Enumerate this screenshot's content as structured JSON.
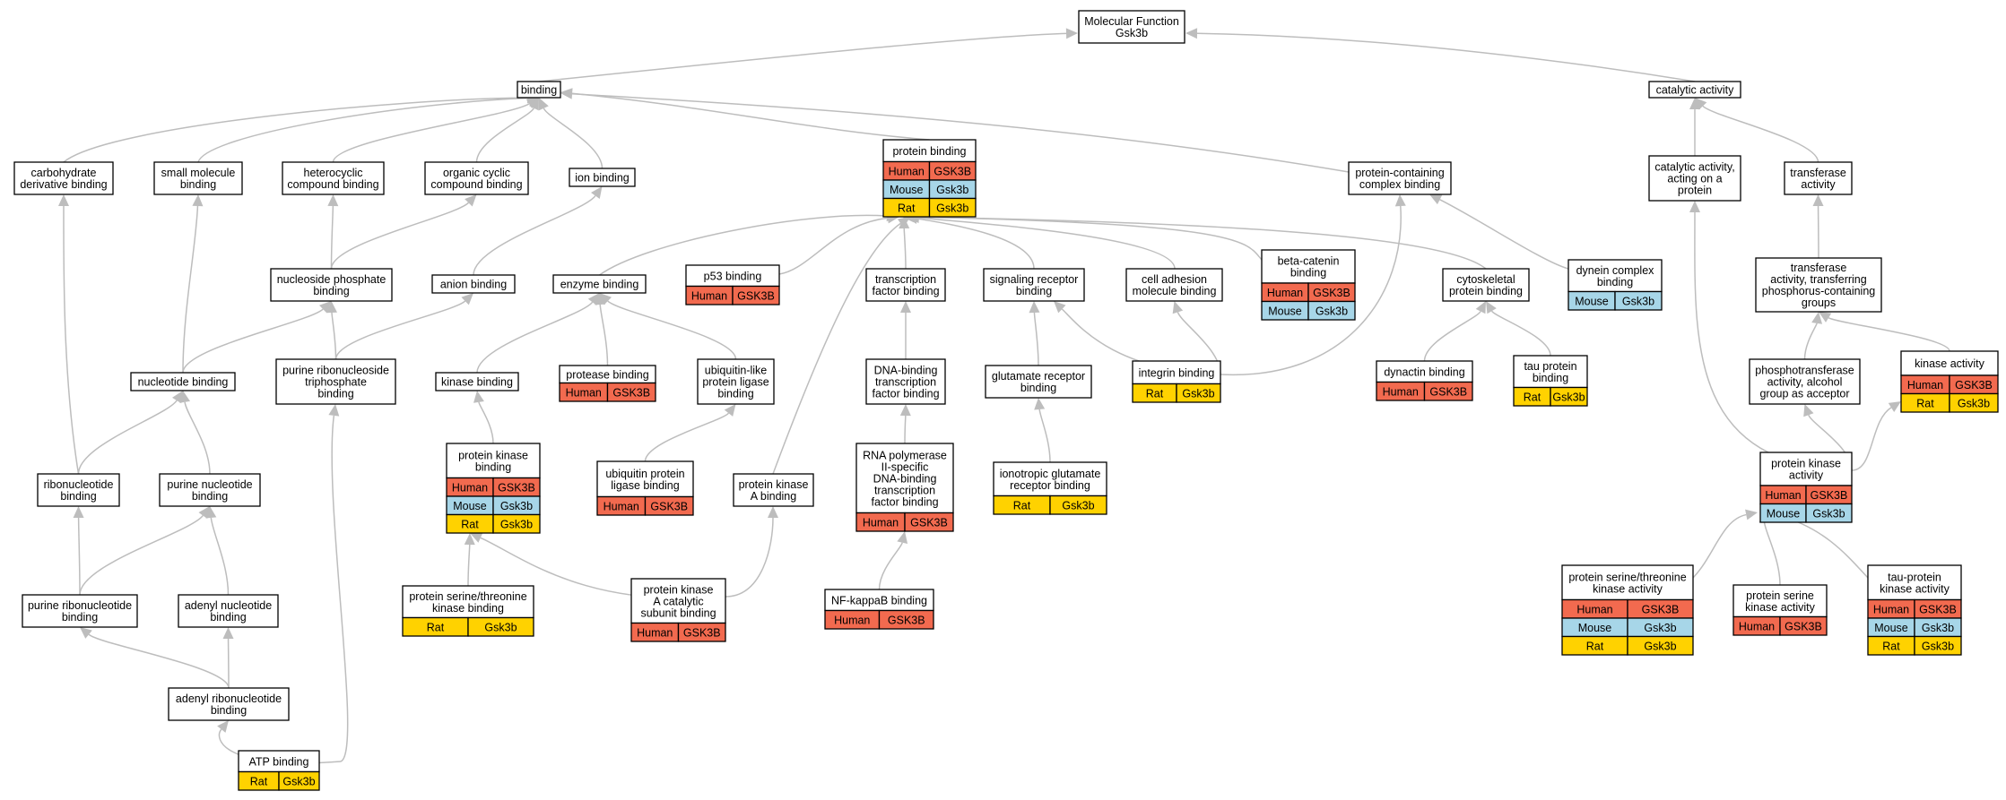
{
  "colors": {
    "Human": "#f26a4f",
    "Mouse": "#a7d6e8",
    "Rat": "#ffd200",
    "edge": "#bdbdbd"
  },
  "nodes": {
    "mf": {
      "lines": [
        "Molecular Function",
        "Gsk3b"
      ]
    },
    "binding": {
      "lines": [
        "binding"
      ]
    },
    "catalytic": {
      "lines": [
        "catalytic activity"
      ]
    },
    "carb": {
      "lines": [
        "carbohydrate",
        "derivative binding"
      ]
    },
    "small": {
      "lines": [
        "small molecule",
        "binding"
      ]
    },
    "hetero": {
      "lines": [
        "heterocyclic",
        "compound binding"
      ]
    },
    "organic": {
      "lines": [
        "organic cyclic",
        "compound binding"
      ]
    },
    "ion": {
      "lines": [
        "ion binding"
      ]
    },
    "protein": {
      "lines": [
        "protein binding"
      ],
      "species": [
        [
          "Human",
          "GSK3B"
        ],
        [
          "Mouse",
          "Gsk3b"
        ],
        [
          "Rat",
          "Gsk3b"
        ]
      ]
    },
    "pcomplex": {
      "lines": [
        "protein-containing",
        "complex binding"
      ]
    },
    "catprot": {
      "lines": [
        "catalytic activity,",
        "acting on a",
        "protein"
      ]
    },
    "transferase": {
      "lines": [
        "transferase",
        "activity"
      ]
    },
    "nucphos": {
      "lines": [
        "nucleoside phosphate",
        "binding"
      ]
    },
    "anion": {
      "lines": [
        "anion binding"
      ]
    },
    "enzyme": {
      "lines": [
        "enzyme binding"
      ]
    },
    "p53": {
      "lines": [
        "p53 binding"
      ],
      "species": [
        [
          "Human",
          "GSK3B"
        ]
      ]
    },
    "tf": {
      "lines": [
        "transcription",
        "factor binding"
      ]
    },
    "sigrec": {
      "lines": [
        "signaling receptor",
        "binding"
      ]
    },
    "celladh": {
      "lines": [
        "cell adhesion",
        "molecule binding"
      ]
    },
    "betacat": {
      "lines": [
        "beta-catenin",
        "binding"
      ],
      "species": [
        [
          "Human",
          "GSK3B"
        ],
        [
          "Mouse",
          "Gsk3b"
        ]
      ]
    },
    "cytoskel": {
      "lines": [
        "cytoskeletal",
        "protein binding"
      ]
    },
    "dynein": {
      "lines": [
        "dynein complex",
        "binding"
      ],
      "species": [
        [
          "Mouse",
          "Gsk3b"
        ]
      ]
    },
    "transphos": {
      "lines": [
        "transferase",
        "activity, transferring",
        "phosphorus-containing",
        "groups"
      ]
    },
    "nucleotide": {
      "lines": [
        "nucleotide binding"
      ]
    },
    "purribotri": {
      "lines": [
        "purine ribonucleoside",
        "triphosphate",
        "binding"
      ]
    },
    "kinase": {
      "lines": [
        "kinase binding"
      ]
    },
    "protease": {
      "lines": [
        "protease binding"
      ],
      "species": [
        [
          "Human",
          "GSK3B"
        ]
      ]
    },
    "ublig": {
      "lines": [
        "ubiquitin-like",
        "protein ligase",
        "binding"
      ]
    },
    "dnatf": {
      "lines": [
        "DNA-binding",
        "transcription",
        "factor binding"
      ]
    },
    "glurec": {
      "lines": [
        "glutamate receptor",
        "binding"
      ]
    },
    "integrin": {
      "lines": [
        "integrin binding"
      ],
      "species": [
        [
          "Rat",
          "Gsk3b"
        ]
      ]
    },
    "dynactin": {
      "lines": [
        "dynactin binding"
      ],
      "species": [
        [
          "Human",
          "GSK3B"
        ]
      ]
    },
    "tau": {
      "lines": [
        "tau protein",
        "binding"
      ],
      "species": [
        [
          "Rat",
          "Gsk3b"
        ]
      ]
    },
    "photrans": {
      "lines": [
        "phosphotransferase",
        "activity, alcohol",
        "group as acceptor"
      ]
    },
    "kinact": {
      "lines": [
        "kinase activity"
      ],
      "species": [
        [
          "Human",
          "GSK3B"
        ],
        [
          "Rat",
          "Gsk3b"
        ]
      ]
    },
    "ribonuc": {
      "lines": [
        "ribonucleotide",
        "binding"
      ]
    },
    "purnuc": {
      "lines": [
        "purine nucleotide",
        "binding"
      ]
    },
    "pkb": {
      "lines": [
        "protein kinase",
        "binding"
      ],
      "species": [
        [
          "Human",
          "GSK3B"
        ],
        [
          "Mouse",
          "Gsk3b"
        ],
        [
          "Rat",
          "Gsk3b"
        ]
      ]
    },
    "ubpl": {
      "lines": [
        "ubiquitin protein",
        "ligase binding"
      ],
      "species": [
        [
          "Human",
          "GSK3B"
        ]
      ]
    },
    "pkab": {
      "lines": [
        "protein kinase",
        "A binding"
      ]
    },
    "rnapol": {
      "lines": [
        "RNA polymerase",
        "II-specific",
        "DNA-binding",
        "transcription",
        "factor binding"
      ],
      "species": [
        [
          "Human",
          "GSK3B"
        ]
      ]
    },
    "iono": {
      "lines": [
        "ionotropic glutamate",
        "receptor binding"
      ],
      "species": [
        [
          "Rat",
          "Gsk3b"
        ]
      ]
    },
    "pkact": {
      "lines": [
        "protein kinase",
        "activity"
      ],
      "species": [
        [
          "Human",
          "GSK3B"
        ],
        [
          "Mouse",
          "Gsk3b"
        ]
      ]
    },
    "purribonuc": {
      "lines": [
        "purine ribonucleotide",
        "binding"
      ]
    },
    "adenyl": {
      "lines": [
        "adenyl nucleotide",
        "binding"
      ]
    },
    "psertkb": {
      "lines": [
        "protein serine/threonine",
        "kinase binding"
      ],
      "species": [
        [
          "Rat",
          "Gsk3b"
        ]
      ]
    },
    "pkacat": {
      "lines": [
        "protein kinase",
        "A catalytic",
        "subunit binding"
      ],
      "species": [
        [
          "Human",
          "GSK3B"
        ]
      ]
    },
    "nfkb": {
      "lines": [
        "NF-kappaB binding"
      ],
      "species": [
        [
          "Human",
          "GSK3B"
        ]
      ]
    },
    "pserthr": {
      "lines": [
        "protein serine/threonine",
        "kinase activity"
      ],
      "species": [
        [
          "Human",
          "GSK3B"
        ],
        [
          "Mouse",
          "Gsk3b"
        ],
        [
          "Rat",
          "Gsk3b"
        ]
      ]
    },
    "pser": {
      "lines": [
        "protein serine",
        "kinase activity"
      ],
      "species": [
        [
          "Human",
          "GSK3B"
        ]
      ]
    },
    "taupk": {
      "lines": [
        "tau-protein",
        "kinase activity"
      ],
      "species": [
        [
          "Human",
          "GSK3B"
        ],
        [
          "Mouse",
          "Gsk3b"
        ],
        [
          "Rat",
          "Gsk3b"
        ]
      ]
    },
    "adenylribo": {
      "lines": [
        "adenyl ribonucleotide",
        "binding"
      ]
    },
    "atp": {
      "lines": [
        "ATP binding"
      ],
      "species": [
        [
          "Rat",
          "Gsk3b"
        ]
      ]
    }
  },
  "edges": [
    [
      "binding",
      "mf"
    ],
    [
      "catalytic",
      "mf"
    ],
    [
      "carb",
      "binding"
    ],
    [
      "small",
      "binding"
    ],
    [
      "hetero",
      "binding"
    ],
    [
      "organic",
      "binding"
    ],
    [
      "ion",
      "binding"
    ],
    [
      "protein",
      "binding"
    ],
    [
      "pcomplex",
      "binding"
    ],
    [
      "catprot",
      "catalytic"
    ],
    [
      "transferase",
      "catalytic"
    ],
    [
      "nucphos",
      "hetero"
    ],
    [
      "nucphos",
      "organic"
    ],
    [
      "anion",
      "ion"
    ],
    [
      "enzyme",
      "protein"
    ],
    [
      "p53",
      "protein"
    ],
    [
      "tf",
      "protein"
    ],
    [
      "sigrec",
      "protein"
    ],
    [
      "celladh",
      "protein"
    ],
    [
      "betacat",
      "protein"
    ],
    [
      "cytoskel",
      "protein"
    ],
    [
      "dynein",
      "pcomplex"
    ],
    [
      "integrin",
      "pcomplex"
    ],
    [
      "transphos",
      "transferase"
    ],
    [
      "nucleotide",
      "small"
    ],
    [
      "nucleotide",
      "nucphos"
    ],
    [
      "purribotri",
      "nucphos"
    ],
    [
      "purribotri",
      "anion"
    ],
    [
      "kinase",
      "enzyme"
    ],
    [
      "protease",
      "enzyme"
    ],
    [
      "ublig",
      "enzyme"
    ],
    [
      "dnatf",
      "tf"
    ],
    [
      "glurec",
      "sigrec"
    ],
    [
      "integrin",
      "sigrec"
    ],
    [
      "integrin",
      "celladh"
    ],
    [
      "dynactin",
      "cytoskel"
    ],
    [
      "tau",
      "cytoskel"
    ],
    [
      "photrans",
      "transphos"
    ],
    [
      "kinact",
      "transphos"
    ],
    [
      "ribonuc",
      "carb"
    ],
    [
      "ribonuc",
      "nucleotide"
    ],
    [
      "purnuc",
      "nucleotide"
    ],
    [
      "pkb",
      "kinase"
    ],
    [
      "ubpl",
      "ublig"
    ],
    [
      "pkab",
      "protein"
    ],
    [
      "rnapol",
      "dnatf"
    ],
    [
      "iono",
      "glurec"
    ],
    [
      "pkact",
      "catprot"
    ],
    [
      "pkact",
      "photrans"
    ],
    [
      "pkact",
      "kinact"
    ],
    [
      "purribonuc",
      "ribonuc"
    ],
    [
      "purribonuc",
      "purnuc"
    ],
    [
      "adenyl",
      "purnuc"
    ],
    [
      "psertkb",
      "pkb"
    ],
    [
      "pkacat",
      "pkb"
    ],
    [
      "pkacat",
      "pkab"
    ],
    [
      "nfkb",
      "rnapol"
    ],
    [
      "pserthr",
      "pkact"
    ],
    [
      "pser",
      "pkact"
    ],
    [
      "taupk",
      "pkact"
    ],
    [
      "adenylribo",
      "purribonuc"
    ],
    [
      "adenylribo",
      "adenyl"
    ],
    [
      "atp",
      "adenylribo"
    ],
    [
      "atp",
      "purribotri"
    ]
  ]
}
